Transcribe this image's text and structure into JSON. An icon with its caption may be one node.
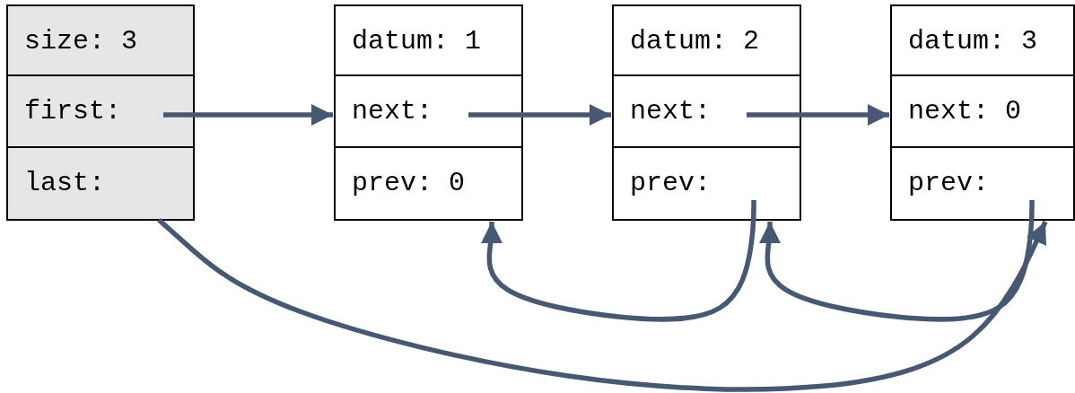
{
  "diagram": {
    "nodes": [
      {
        "text": [],
        "shape": "box"
      },
      {
        "text": [
          "size: 3"
        ],
        "in": 0
      },
      {
        "text": [
          "first:"
        ],
        "in": 0
      },
      {
        "text": [
          "last:"
        ],
        "in": 0
      },
      {
        "text": [],
        "shape": "box"
      },
      {
        "text": [
          "datum: 1"
        ],
        "in": 4
      },
      {
        "text": [
          "next:"
        ],
        "in": 4
      },
      {
        "text": [
          "prev: 0"
        ],
        "in": 4
      },
      {
        "text": [],
        "shape": "box"
      },
      {
        "text": [
          "datum: 2"
        ],
        "in": 8
      },
      {
        "text": [
          "next:"
        ],
        "in": 8
      },
      {
        "text": [
          "prev:"
        ],
        "in": 8
      },
      {
        "text": [],
        "shape": "box"
      },
      {
        "text": [
          "datum: 3"
        ],
        "in": 12
      },
      {
        "text": [
          "next: 0"
        ],
        "in": 12
      },
      {
        "text": [
          "prev:"
        ],
        "in": 12
      }
    ],
    "edges": [
      {
        "from": 2,
        "to": 4,
        "arrow": "to"
      },
      {
        "from": 6,
        "to": 8,
        "arrow": "to"
      },
      {
        "from": 10,
        "to": 12,
        "arrow": "to"
      },
      {
        "from": 11,
        "to": 4,
        "arrow": "to"
      },
      {
        "from": 15,
        "to": 8,
        "arrow": "to"
      },
      {
        "from": 3,
        "to": 12,
        "arrow": "to"
      }
    ]
  }
}
